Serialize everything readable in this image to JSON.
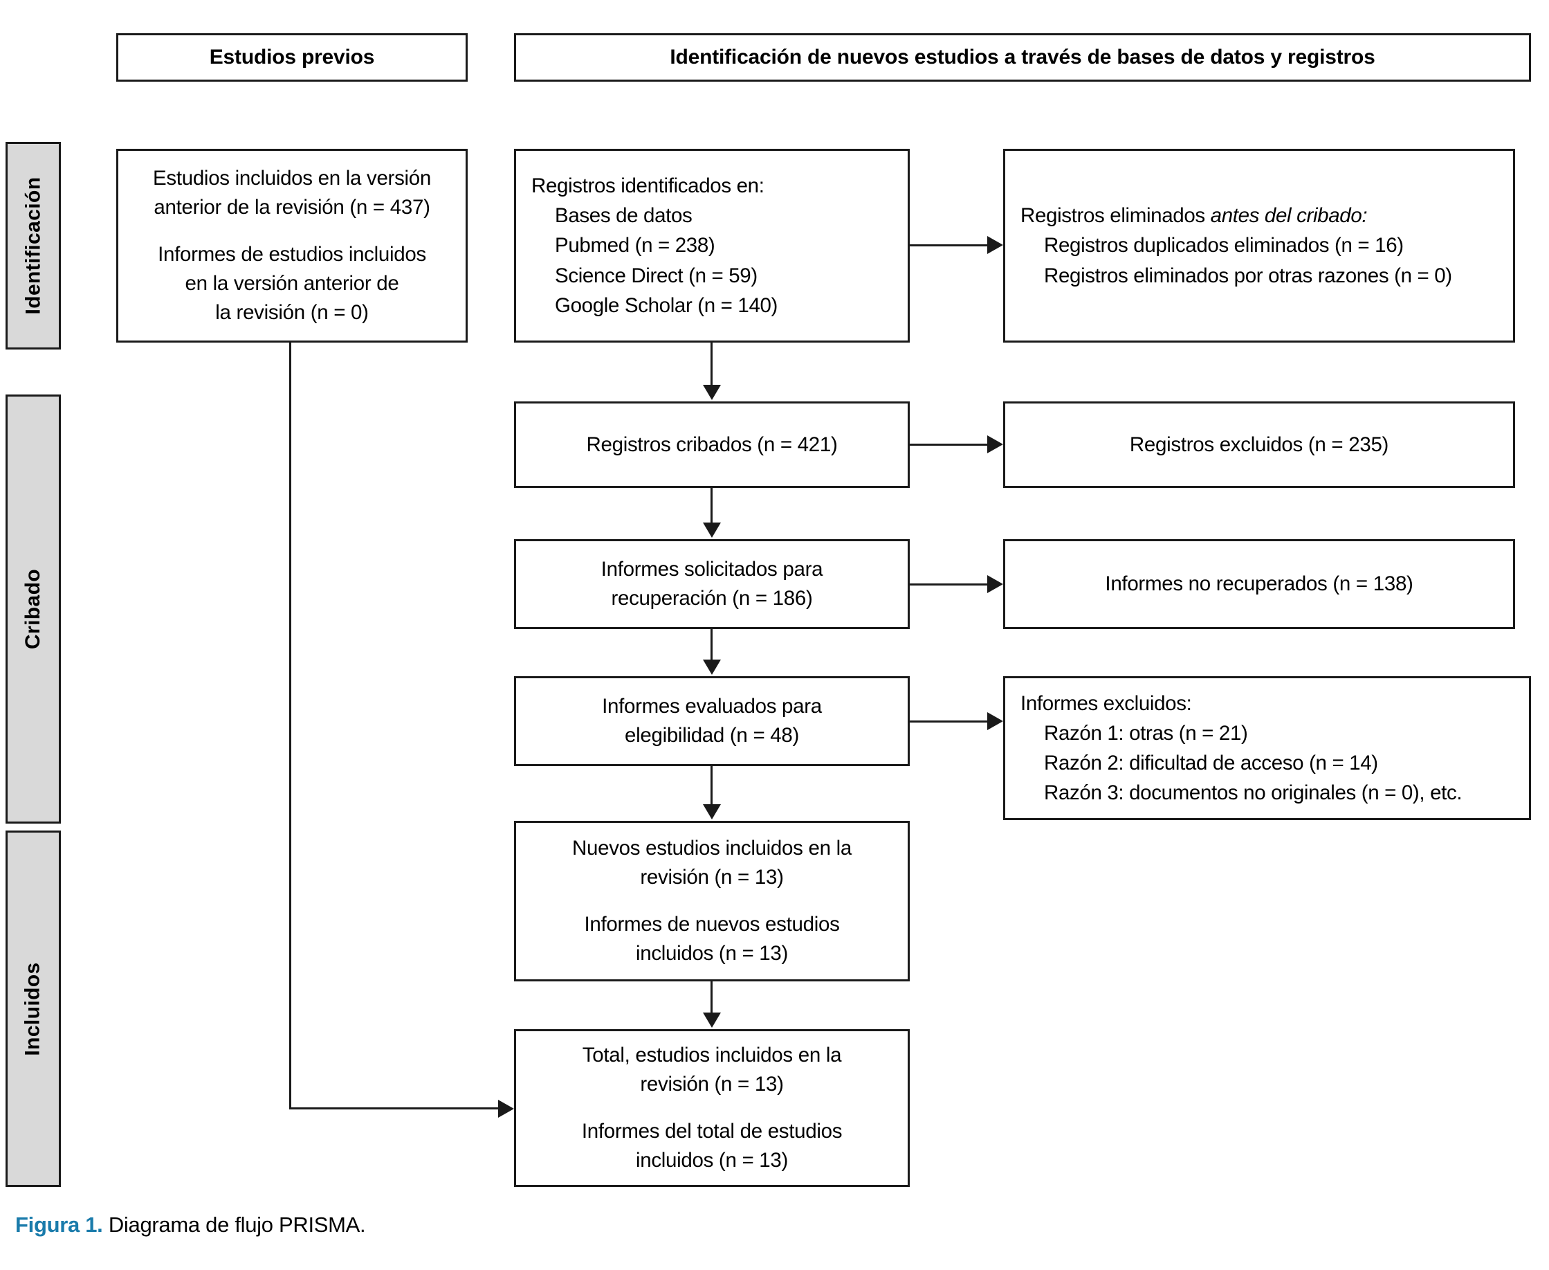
{
  "figure": {
    "number_label": "Figura 1.",
    "caption": "Diagrama de flujo PRISMA.",
    "accent_color": "#1a7bab"
  },
  "stages": [
    {
      "label": "Identificación"
    },
    {
      "label": "Cribado"
    },
    {
      "label": "Incluidos"
    }
  ],
  "headers": {
    "previous_studies": "Estudios previos",
    "new_studies": "Identificación de nuevos estudios a través de bases de datos y registros"
  },
  "chart_data": {
    "type": "diagram",
    "title": "Diagrama de flujo PRISMA",
    "nodes": [
      {
        "id": "previous-included",
        "column": "previous",
        "lines": [
          "Estudios incluidos en la versión",
          "anterior de la revisión (n = 437)",
          "Informes de estudios incluidos",
          "en la versión anterior de",
          "la revisión (n = 0)"
        ],
        "values": {
          "estudios_incluidos_version_anterior": 437,
          "informes_version_anterior": 0
        }
      },
      {
        "id": "records-identified",
        "column": "center",
        "lines": [
          "Registros identificados en:",
          "Bases de datos",
          "Pubmed (n = 238)",
          "Science Direct (n = 59)",
          "Google Scholar (n = 140)"
        ],
        "values": {
          "pubmed": 238,
          "science_direct": 59,
          "google_scholar": 140
        }
      },
      {
        "id": "records-removed",
        "column": "right",
        "lines": [
          "Registros eliminados ",
          "antes del cribado:",
          "Registros duplicados eliminados (n = 16)",
          "Registros eliminados por otras razones (n = 0)"
        ],
        "values": {
          "duplicados": 16,
          "otras_razones": 0
        }
      },
      {
        "id": "records-screened",
        "column": "center",
        "lines": [
          "Registros cribados (n = 421)"
        ],
        "values": {
          "n": 421
        }
      },
      {
        "id": "records-excluded",
        "column": "right",
        "lines": [
          "Registros excluidos (n = 235)"
        ],
        "values": {
          "n": 235
        }
      },
      {
        "id": "reports-sought",
        "column": "center",
        "lines": [
          "Informes solicitados para",
          "recuperación (n = 186)"
        ],
        "values": {
          "n": 186
        }
      },
      {
        "id": "reports-not-retrieved",
        "column": "right",
        "lines": [
          "Informes no recuperados (n = 138)"
        ],
        "values": {
          "n": 138
        }
      },
      {
        "id": "reports-assessed",
        "column": "center",
        "lines": [
          "Informes evaluados para",
          "elegibilidad (n = 48)"
        ],
        "values": {
          "n": 48
        }
      },
      {
        "id": "reports-excluded",
        "column": "right",
        "lines": [
          "Informes excluidos:",
          "Razón 1: otras (n = 21)",
          "Razón 2: dificultad de acceso (n = 14)",
          "Razón 3: documentos no originales (n = 0), etc."
        ],
        "values": {
          "razon_1_otras": 21,
          "razon_2_dificultad_acceso": 14,
          "razon_3_no_originales": 0
        }
      },
      {
        "id": "new-studies-included",
        "column": "center",
        "lines": [
          "Nuevos estudios incluidos en la",
          "revisión (n = 13)",
          "Informes de nuevos estudios",
          "incluidos (n = 13)"
        ],
        "values": {
          "nuevos_estudios": 13,
          "informes_nuevos_estudios": 13
        }
      },
      {
        "id": "total-included",
        "column": "center",
        "lines": [
          "Total, estudios incluidos en la",
          "revisión (n = 13)",
          "Informes del total de estudios",
          "incluidos (n = 13)"
        ],
        "values": {
          "total_estudios": 13,
          "informes_total_estudios": 13
        }
      }
    ]
  },
  "boxes": {
    "previous_included": {
      "line1": "Estudios incluidos en la versión",
      "line2": "anterior de la revisión (n = 437)",
      "line3": "Informes de estudios incluidos",
      "line4": "en la versión anterior de",
      "line5": "la revisión (n = 0)"
    },
    "records_identified": {
      "line1": "Registros identificados en:",
      "line2": "Bases de datos",
      "line3": "Pubmed (n = 238)",
      "line4": "Science Direct (n = 59)",
      "line5": "Google Scholar (n = 140)"
    },
    "records_removed": {
      "line1_plain": "Registros eliminados ",
      "line1_italic": "antes del cribado:",
      "line2": "Registros duplicados eliminados (n = 16)",
      "line3": "Registros eliminados por otras razones (n = 0)"
    },
    "records_screened": {
      "line1": "Registros cribados (n = 421)"
    },
    "records_excluded": {
      "line1": "Registros excluidos (n = 235)"
    },
    "reports_sought": {
      "line1": "Informes solicitados para",
      "line2": "recuperación (n = 186)"
    },
    "reports_not_retrieved": {
      "line1": "Informes no recuperados (n = 138)"
    },
    "reports_assessed": {
      "line1": "Informes evaluados para",
      "line2": "elegibilidad (n = 48)"
    },
    "reports_excluded": {
      "line1": "Informes excluidos:",
      "line2": "Razón 1: otras (n = 21)",
      "line3": "Razón 2: dificultad de acceso (n = 14)",
      "line4": "Razón 3: documentos no originales (n = 0), etc."
    },
    "new_included": {
      "line1": "Nuevos estudios incluidos en la",
      "line2": "revisión (n = 13)",
      "line3": "Informes de nuevos estudios",
      "line4": "incluidos (n = 13)"
    },
    "total_included": {
      "line1": "Total, estudios incluidos en la",
      "line2": "revisión (n = 13)",
      "line3": "Informes del total de estudios",
      "line4": "incluidos (n = 13)"
    }
  }
}
